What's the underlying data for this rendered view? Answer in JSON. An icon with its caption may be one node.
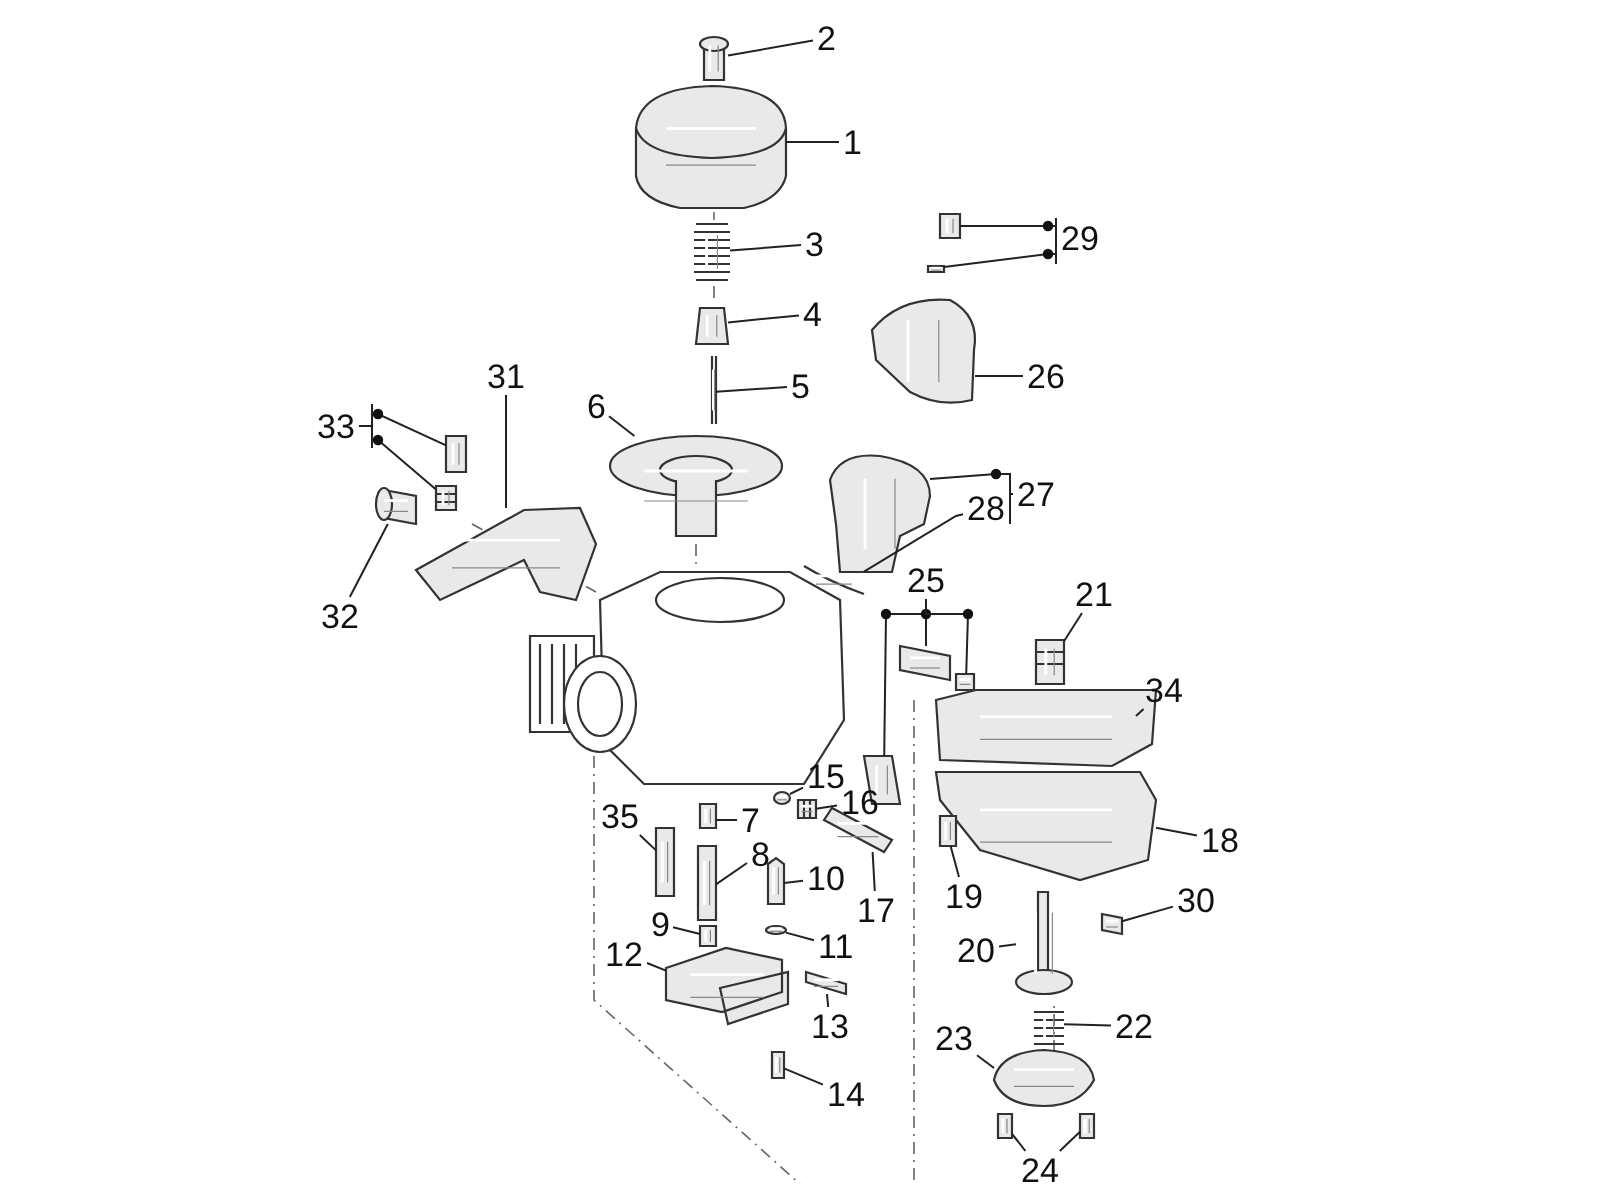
{
  "diagram": {
    "nodes": [
      {
        "text": [
          "2"
        ]
      },
      {
        "text": [
          "1"
        ]
      },
      {
        "text": [
          "29"
        ]
      },
      {
        "text": [
          "3"
        ]
      },
      {
        "text": [
          "4"
        ]
      },
      {
        "text": [
          "31"
        ]
      },
      {
        "text": [
          "26"
        ]
      },
      {
        "text": [
          "5"
        ]
      },
      {
        "text": [
          "6"
        ]
      },
      {
        "text": [
          "33"
        ]
      },
      {
        "text": [
          "27"
        ]
      },
      {
        "text": [
          "28"
        ]
      },
      {
        "text": [
          "25"
        ]
      },
      {
        "text": [
          "21"
        ]
      },
      {
        "text": [
          "32"
        ]
      },
      {
        "text": [
          "34"
        ]
      },
      {
        "text": [
          "15"
        ]
      },
      {
        "text": [
          "16"
        ]
      },
      {
        "text": [
          "35"
        ]
      },
      {
        "text": [
          "7"
        ]
      },
      {
        "text": [
          "18"
        ]
      },
      {
        "text": [
          "8"
        ]
      },
      {
        "text": [
          "10"
        ]
      },
      {
        "text": [
          "19"
        ]
      },
      {
        "text": [
          "30"
        ]
      },
      {
        "text": [
          "17"
        ]
      },
      {
        "text": [
          "9"
        ]
      },
      {
        "text": [
          "11"
        ]
      },
      {
        "text": [
          "20"
        ]
      },
      {
        "text": [
          "12"
        ]
      },
      {
        "text": [
          "22"
        ]
      },
      {
        "text": [
          "13"
        ]
      },
      {
        "text": [
          "23"
        ]
      },
      {
        "text": [
          "14"
        ]
      },
      {
        "text": [
          "24"
        ]
      },
      {
        "text": [],
        "shape": "picture"
      },
      {
        "text": [],
        "shape": "picture"
      },
      {
        "text": [],
        "shape": "picture"
      },
      {
        "text": [],
        "shape": "picture"
      },
      {
        "text": [],
        "shape": "picture"
      },
      {
        "text": [],
        "shape": "picture"
      },
      {
        "text": [],
        "shape": "picture"
      },
      {
        "text": [],
        "shape": "picture"
      },
      {
        "text": [],
        "shape": "picture"
      },
      {
        "text": [],
        "shape": "picture"
      },
      {
        "text": [],
        "shape": "picture"
      },
      {
        "text": [],
        "shape": "picture"
      },
      {
        "text": [],
        "shape": "picture"
      },
      {
        "text": [],
        "shape": "picture"
      },
      {
        "text": [],
        "shape": "picture"
      },
      {
        "text": [],
        "shape": "picture"
      },
      {
        "text": [],
        "shape": "picture"
      },
      {
        "text": [],
        "shape": "picture"
      },
      {
        "text": [],
        "shape": "picture"
      },
      {
        "text": [],
        "shape": "picture"
      },
      {
        "text": [],
        "shape": "picture"
      },
      {
        "text": [],
        "shape": "picture"
      },
      {
        "text": [],
        "shape": "picture"
      },
      {
        "text": [],
        "shape": "picture"
      },
      {
        "text": [],
        "shape": "picture"
      },
      {
        "text": [],
        "shape": "picture"
      },
      {
        "text": [],
        "shape": "picture"
      },
      {
        "text": [],
        "shape": "picture"
      },
      {
        "text": [],
        "shape": "picture"
      },
      {
        "text": [],
        "shape": "picture"
      },
      {
        "text": [],
        "shape": "picture"
      },
      {
        "text": [],
        "shape": "picture"
      },
      {
        "text": [],
        "shape": "picture"
      },
      {
        "text": [],
        "shape": "picture"
      },
      {
        "text": [],
        "shape": "picture"
      },
      {
        "text": [],
        "shape": "picture"
      },
      {
        "text": [],
        "shape": "picture"
      },
      {
        "text": [],
        "shape": "picture"
      },
      {
        "text": [],
        "shape": "picture"
      },
      {
        "text": [],
        "shape": "picture"
      }
    ],
    "edges": [
      {
        "from": 0,
        "to": 35,
        "arrow": "none"
      },
      {
        "from": 1,
        "to": 36,
        "arrow": "none"
      },
      {
        "from": 2,
        "to": 37,
        "arrow": "none"
      },
      {
        "from": 2,
        "to": 38,
        "arrow": "none"
      },
      {
        "from": 3,
        "to": 39,
        "arrow": "none"
      },
      {
        "from": 4,
        "to": 40,
        "arrow": "none"
      },
      {
        "from": 5,
        "to": 41,
        "arrow": "none"
      },
      {
        "from": 6,
        "to": 42,
        "arrow": "none"
      },
      {
        "from": 7,
        "to": 43,
        "arrow": "none"
      },
      {
        "from": 8,
        "to": 44,
        "arrow": "none"
      },
      {
        "from": 9,
        "to": 45,
        "arrow": "none"
      },
      {
        "from": 9,
        "to": 46,
        "arrow": "none"
      },
      {
        "from": 10,
        "to": 47,
        "arrow": "none"
      },
      {
        "from": 11,
        "to": 48,
        "arrow": "none"
      },
      {
        "from": 12,
        "to": 49,
        "arrow": "none"
      },
      {
        "from": 12,
        "to": 50,
        "arrow": "none"
      },
      {
        "from": 12,
        "to": 51,
        "arrow": "none"
      },
      {
        "from": 13,
        "to": 52,
        "arrow": "none"
      },
      {
        "from": 14,
        "to": 53,
        "arrow": "none"
      },
      {
        "from": 15,
        "to": 54,
        "arrow": "none"
      },
      {
        "from": 16,
        "to": 55,
        "arrow": "none"
      },
      {
        "from": 17,
        "to": 56,
        "arrow": "none"
      },
      {
        "from": 18,
        "to": 57,
        "arrow": "none"
      },
      {
        "from": 19,
        "to": 58,
        "arrow": "none"
      },
      {
        "from": 20,
        "to": 59,
        "arrow": "none"
      },
      {
        "from": 21,
        "to": 60,
        "arrow": "none"
      },
      {
        "from": 22,
        "to": 61,
        "arrow": "none"
      },
      {
        "from": 23,
        "to": 62,
        "arrow": "none"
      },
      {
        "from": 24,
        "to": 63,
        "arrow": "none"
      },
      {
        "from": 25,
        "to": 64,
        "arrow": "none"
      },
      {
        "from": 26,
        "to": 65,
        "arrow": "none"
      },
      {
        "from": 27,
        "to": 66,
        "arrow": "none"
      },
      {
        "from": 28,
        "to": 67,
        "arrow": "none"
      },
      {
        "from": 29,
        "to": 68,
        "arrow": "none"
      },
      {
        "from": 30,
        "to": 69,
        "arrow": "none"
      },
      {
        "from": 31,
        "to": 70,
        "arrow": "none"
      },
      {
        "from": 32,
        "to": 71,
        "arrow": "none"
      },
      {
        "from": 33,
        "to": 72,
        "arrow": "none"
      },
      {
        "from": 34,
        "to": 73,
        "arrow": "none"
      },
      {
        "from": 34,
        "to": 74,
        "arrow": "none"
      }
    ]
  }
}
